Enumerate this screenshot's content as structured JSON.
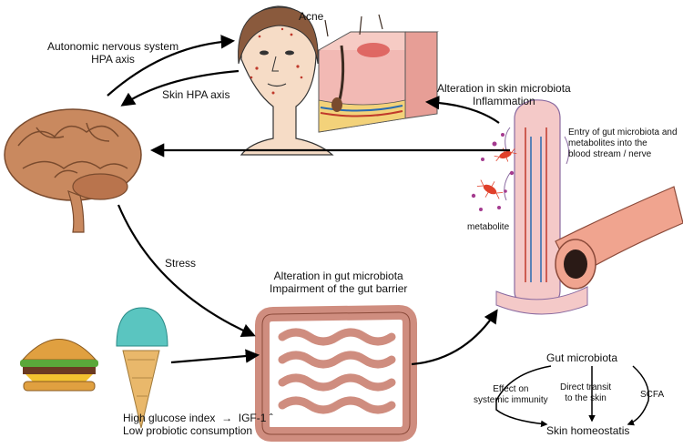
{
  "labels": {
    "acne": "Acne",
    "autonomic_line1": "Autonomic nervous system",
    "autonomic_line2": "HPA axis",
    "skin_hpa": "Skin HPA axis",
    "skin_microbiota_line1": "Alteration in skin microbiota",
    "skin_microbiota_line2": "Inflammation",
    "entry_line1": "Entry of gut microbiota and",
    "entry_line2": "metabolites into the",
    "entry_line3": "blood stream / nerve",
    "metabolite": "metabolite",
    "stress": "Stress",
    "gut_line1": "Alteration in gut microbiota",
    "gut_line2": "Impairment of the gut barrier",
    "diet_line1_a": "High glucose index",
    "diet_line1_arrow": "→",
    "diet_line1_b": "IGF-1 ˆ",
    "diet_line2": "Low probiotic consumption"
  },
  "sub_diagram": {
    "top": "Gut microbiota",
    "effect_line1": "Effect on",
    "effect_line2": "systemic immunity",
    "transit_line1": "Direct transit",
    "transit_line2": "to the skin",
    "scfa": "SCFA",
    "bottom": "Skin homeostatis"
  },
  "colors": {
    "brain": "#c9895f",
    "skin_face": "#f6dcc6",
    "skin_block": "#f2b9b4",
    "gut": "#cf8d7f",
    "vessel": "#f0a48f",
    "villus": "#f4c9c8",
    "bacteria": "#e0402a",
    "particle": "#a43b8f",
    "arrow": "#000000"
  },
  "icons": [
    "brain-icon",
    "face-icon",
    "skin-section-icon",
    "intestine-icon",
    "burger-icon",
    "ice-cream-icon",
    "villus-icon",
    "blood-vessel-icon",
    "bacteria-icon"
  ]
}
